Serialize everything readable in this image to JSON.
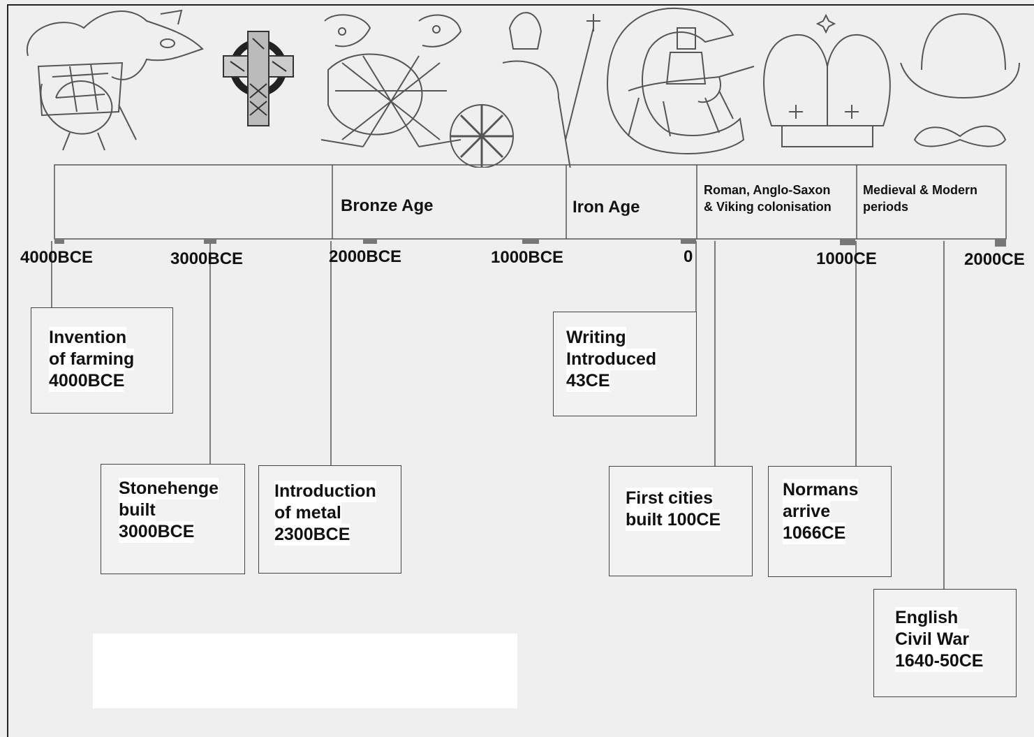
{
  "periods": {
    "bronze": "Bronze Age",
    "iron": "Iron Age",
    "roman_line1": "Roman, Anglo-Saxon",
    "roman_line2": "& Viking colonisation",
    "medieval_line1": "Medieval & Modern",
    "medieval_line2": "periods"
  },
  "dates": {
    "d4000bce": "4000BCE",
    "d3000bce": "3000BCE",
    "d2000bce": "2000BCE",
    "d1000bce": "1000BCE",
    "d0": "0",
    "d1000ce": "1000CE",
    "d2000ce": "2000CE"
  },
  "events": {
    "farming": [
      "Invention",
      "of farming",
      "4000BCE"
    ],
    "stonehenge": [
      "Stonehenge",
      "built",
      "3000BCE"
    ],
    "metal": [
      "Introduction",
      "of metal",
      "2300BCE"
    ],
    "writing": [
      "Writing",
      "Introduced",
      "43CE"
    ],
    "cities": [
      "First cities",
      "built 100CE"
    ],
    "normans": [
      "Normans",
      "arrive",
      "1066CE"
    ],
    "civilwar": [
      "English",
      "Civil War",
      "1640-50CE"
    ]
  },
  "illustrations": [
    "dragon-icon",
    "celtic-cross-icon",
    "celtic-knot-beasts-icon",
    "britannia-icon",
    "knight-unicorn-icon",
    "crown-icon",
    "bowler-hat-moustache-icon"
  ]
}
